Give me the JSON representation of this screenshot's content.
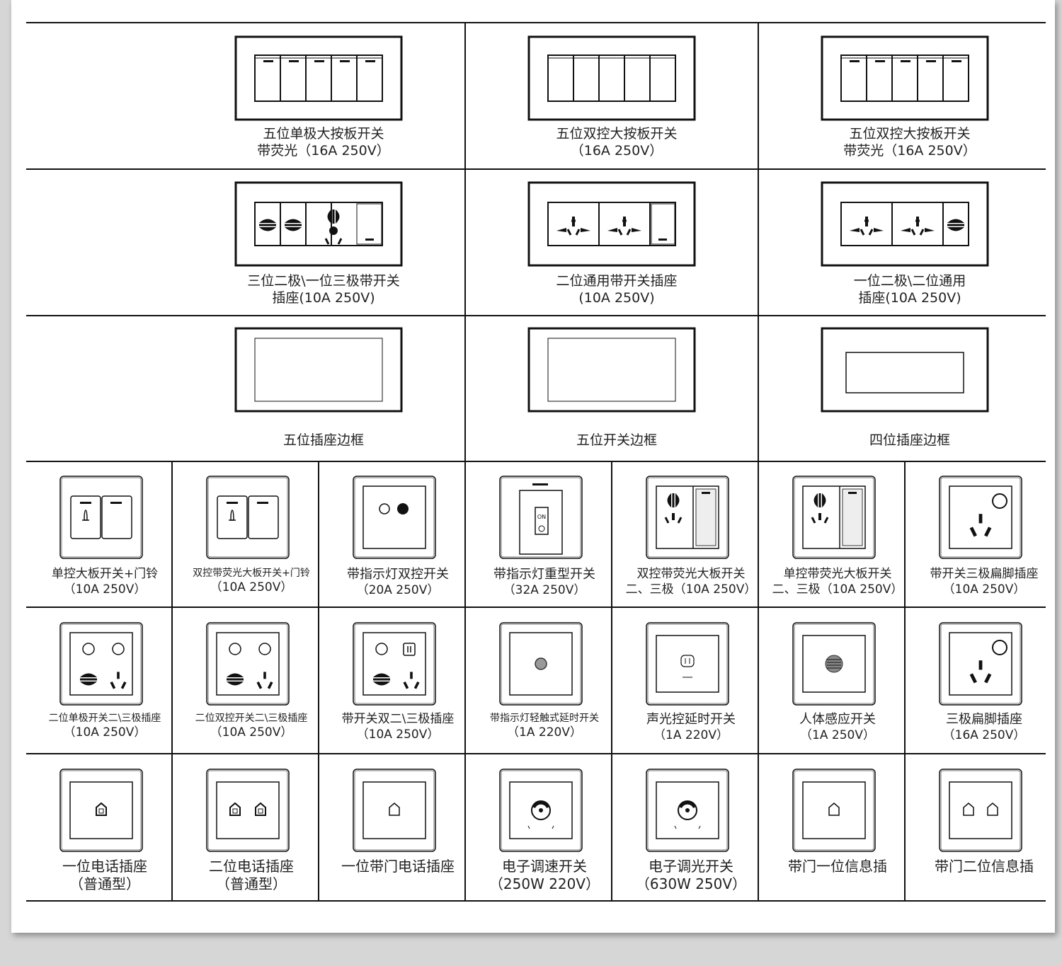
{
  "upper": [
    {
      "kind": "five-key",
      "led": true,
      "lines": [
        "五位单极大按板开关",
        "带荧光（16A  250V）"
      ]
    },
    {
      "kind": "five-key",
      "led": false,
      "lines": [
        "五位双控大按板开关",
        "（16A  250V）"
      ]
    },
    {
      "kind": "five-key",
      "led": true,
      "lines": [
        "五位双控大按板开关",
        "带荧光（16A  250V）"
      ]
    },
    {
      "kind": "two-two-three-switch",
      "lines": [
        "三位二极\\一位三极带开关",
        "插座(10A  250V)"
      ]
    },
    {
      "kind": "universal-switch",
      "lines": [
        "二位通用带开关插座",
        "(10A  250V)"
      ]
    },
    {
      "kind": "universal-twopin",
      "lines": [
        "一位二极\\二位通用",
        "插座(10A  250V)"
      ]
    },
    {
      "kind": "frame-large",
      "lines": [
        "五位插座边框"
      ]
    },
    {
      "kind": "frame-large",
      "lines": [
        "五位开关边框"
      ]
    },
    {
      "kind": "frame-small",
      "lines": [
        "四位插座边框"
      ]
    }
  ],
  "lower": [
    {
      "kind": "bell-single",
      "lines": [
        "单控大板开关+门铃",
        "（10A  250V）"
      ]
    },
    {
      "kind": "bell-double",
      "lines": [
        "双控带荧光大板开关+门铃",
        "（10A  250V）"
      ]
    },
    {
      "kind": "indicator",
      "lines": [
        "带指示灯双控开关",
        "（20A  250V）"
      ]
    },
    {
      "kind": "heavy",
      "on_label": "ON",
      "lines": [
        "带指示灯重型开关",
        "（32A  250V）"
      ]
    },
    {
      "kind": "socket-switch",
      "lines": [
        "双控带荧光大板开关",
        "二、三极（10A  250V）"
      ]
    },
    {
      "kind": "socket-switch",
      "lines": [
        "单控带荧光大板开关",
        "二、三极（10A  250V）"
      ]
    },
    {
      "kind": "three-flat-switch",
      "lines": [
        "带开关三极扁脚插座",
        "（10A  250V）"
      ]
    },
    {
      "kind": "two-switch-socket",
      "lines": [
        "二位单极开关二\\三极插座",
        "（10A  250V）"
      ]
    },
    {
      "kind": "two-switch-socket",
      "lines": [
        "二位双控开关二\\三极插座",
        "（10A  250V）"
      ]
    },
    {
      "kind": "switch-pair-socket",
      "lines": [
        "带开关双二\\三极插座",
        "（10A  250V）"
      ]
    },
    {
      "kind": "touch-delay",
      "lines": [
        "带指示灯轻触式延时开关",
        "（1A  220V）"
      ]
    },
    {
      "kind": "sound-light",
      "lines": [
        "声光控延时开关",
        "（1A  220V）"
      ]
    },
    {
      "kind": "body-sensor",
      "lines": [
        "人体感应开关",
        "（1A  250V）"
      ]
    },
    {
      "kind": "three-flat",
      "lines": [
        "三极扁脚插座",
        "（16A  250V）"
      ]
    },
    {
      "kind": "phone-1",
      "lines": [
        "一位电话插座",
        "（普通型）"
      ]
    },
    {
      "kind": "phone-2",
      "lines": [
        "二位电话插座",
        "（普通型）"
      ]
    },
    {
      "kind": "door-phone",
      "lines": [
        "一位带门电话插座"
      ]
    },
    {
      "kind": "dimmer-speed",
      "lines": [
        "电子调速开关",
        "（250W  220V）"
      ]
    },
    {
      "kind": "dimmer-light",
      "lines": [
        "电子调光开关",
        "（630W  250V）"
      ]
    },
    {
      "kind": "door-info-1",
      "lines": [
        "带门一位信息插"
      ]
    },
    {
      "kind": "door-info-2",
      "lines": [
        "带门二位信息插"
      ]
    }
  ]
}
